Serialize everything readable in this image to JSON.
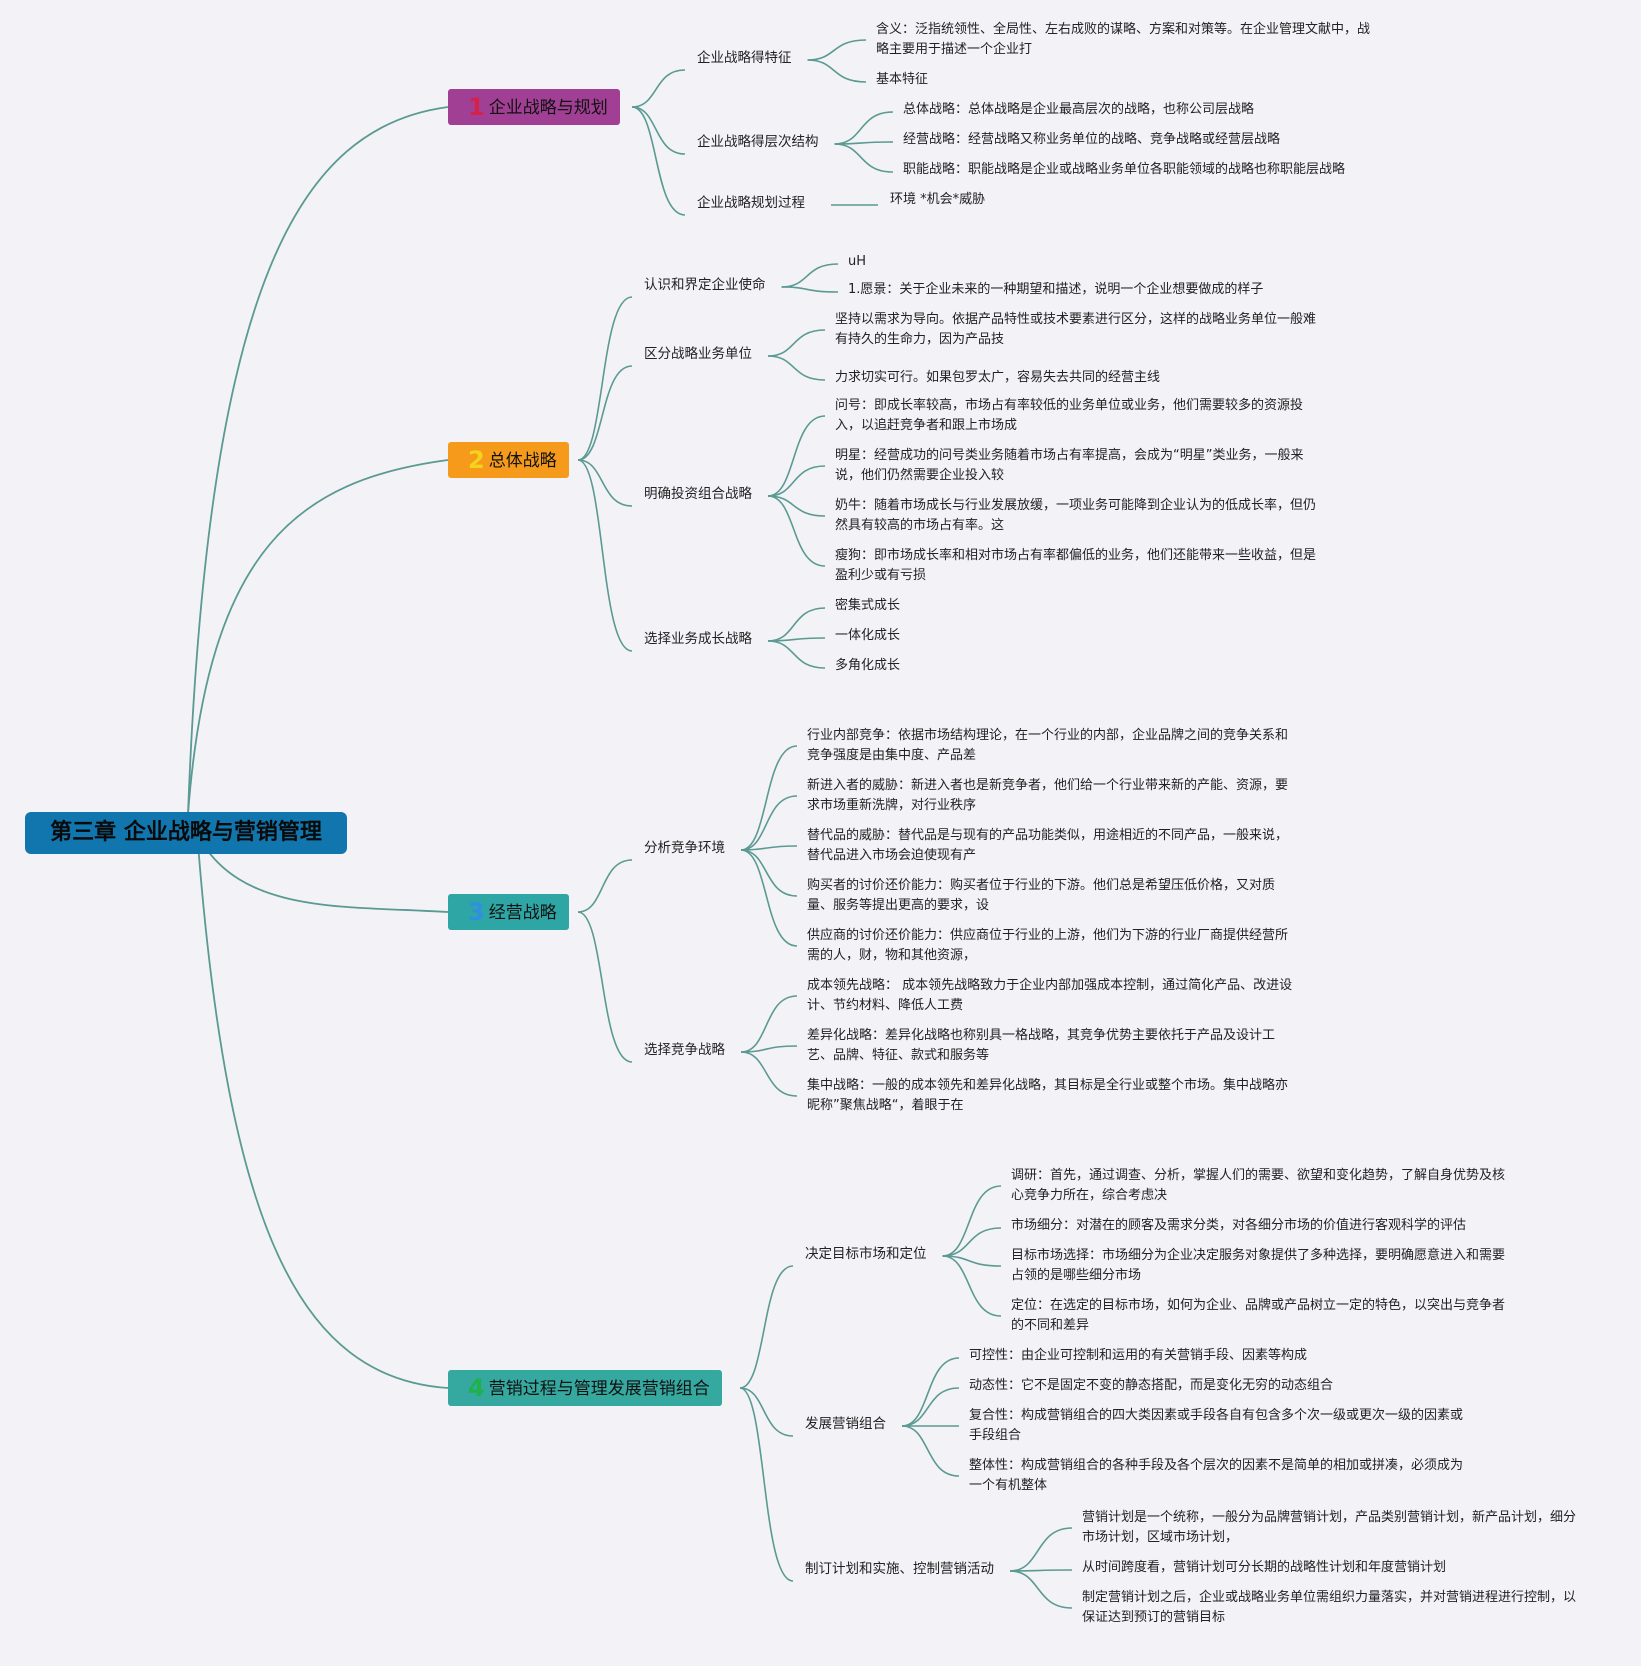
{
  "root": {
    "label": "第三章 企业战略与营销管理"
  },
  "colors": {
    "line": "#5a9a92",
    "root": "#1276ae"
  },
  "branches": [
    {
      "number": "1",
      "label": "企业战略与规划",
      "color": "#a13f94",
      "number_color": "#d4224a",
      "children": [
        {
          "label": "企业战略得特征",
          "leaves": [
            "含义：泛指统领性、全局性、左右成败的谋略、方案和对策等。在企业管理文献中，战略主要用于描述一个企业打",
            "基本特征"
          ]
        },
        {
          "label": "企业战略得层次结构",
          "leaves": [
            "总体战略：总体战略是企业最高层次的战略，也称公司层战略",
            "经营战略：经营战略又称业务单位的战略、竞争战略或经营层战略",
            "职能战略：职能战略是企业或战略业务单位各职能领域的战略也称职能层战略"
          ]
        },
        {
          "label": "企业战略规划过程",
          "leaves": [
            "环境 *机会*威胁"
          ]
        }
      ]
    },
    {
      "number": "2",
      "label": "总体战略",
      "color": "#f59a1b",
      "number_color": "#f5d31b",
      "children": [
        {
          "label": "认识和界定企业使命",
          "leaves": [
            "uH",
            "1.愿景：关于企业未来的一种期望和描述，说明一个企业想要做成的样子"
          ]
        },
        {
          "label": "区分战略业务单位",
          "leaves": [
            "坚持以需求为导向。依据产品特性或技术要素进行区分，这样的战略业务单位一般难有持久的生命力，因为产品技",
            "力求切实可行。如果包罗太广，容易失去共同的经营主线"
          ]
        },
        {
          "label": "明确投资组合战略",
          "leaves": [
            "问号：即成长率较高，市场占有率较低的业务单位或业务，他们需要较多的资源投入，以追赶竞争者和跟上市场成",
            "明星：经营成功的问号类业务随着市场占有率提高，会成为“明星”类业务，一般来说，他们仍然需要企业投入较",
            "奶牛：随着市场成长与行业发展放缓，一项业务可能降到企业认为的低成长率，但仍然具有较高的市场占有率。这",
            "瘦狗：即市场成长率和相对市场占有率都偏低的业务，他们还能带来一些收益，但是盈利少或有亏损"
          ]
        },
        {
          "label": "选择业务成长战略",
          "leaves": [
            "密集式成长",
            "一体化成长",
            "多角化成长"
          ]
        }
      ]
    },
    {
      "number": "3",
      "label": "经营战略",
      "color": "#2ea6a6",
      "number_color": "#2f8fe0",
      "children": [
        {
          "label": "分析竞争环境",
          "leaves": [
            "行业内部竞争：依据市场结构理论，在一个行业的内部，企业品牌之间的竞争关系和竞争强度是由集中度、产品差",
            "新进入者的威胁：新进入者也是新竞争者，他们给一个行业带来新的产能、资源，要求市场重新洗牌，对行业秩序",
            "替代品的威胁：替代品是与现有的产品功能类似，用途相近的不同产品，一般来说，替代品进入市场会迫使现有产",
            "购买者的讨价还价能力：购买者位于行业的下游。他们总是希望压低价格，又对质量、服务等提出更高的要求，设",
            "供应商的讨价还价能力：供应商位于行业的上游，他们为下游的行业厂商提供经营所需的人，财，物和其他资源，"
          ]
        },
        {
          "label": "选择竞争战略",
          "leaves": [
            "成本领先战略： 成本领先战略致力于企业内部加强成本控制，通过简化产品、改进设计、节约材料、降低人工费",
            "差异化战略：差异化战略也称别具一格战略，其竞争优势主要依托于产品及设计工艺、品牌、特征、款式和服务等",
            "集中战略：一般的成本领先和差异化战略，其目标是全行业或整个市场。集中战略亦昵称”聚焦战略“，着眼于在"
          ]
        }
      ]
    },
    {
      "number": "4",
      "label": "营销过程与管理发展营销组合",
      "color": "#35a8a0",
      "number_color": "#1db34a",
      "children": [
        {
          "label": "决定目标市场和定位",
          "leaves": [
            "调研：首先，通过调查、分析，掌握人们的需要、欲望和变化趋势，了解自身优势及核心竞争力所在，综合考虑决",
            "市场细分：对潜在的顾客及需求分类，对各细分市场的价值进行客观科学的评估",
            "目标市场选择：市场细分为企业决定服务对象提供了多种选择，要明确愿意进入和需要占领的是哪些细分市场",
            "定位：在选定的目标市场，如何为企业、品牌或产品树立一定的特色，以突出与竞争者的不同和差异"
          ]
        },
        {
          "label": "发展营销组合",
          "leaves": [
            "可控性：由企业可控制和运用的有关营销手段、因素等构成",
            "动态性：它不是固定不变的静态搭配，而是变化无穷的动态组合",
            "复合性：构成营销组合的四大类因素或手段各自有包含多个次一级或更次一级的因素或手段组合",
            "整体性：构成营销组合的各种手段及各个层次的因素不是简单的相加或拼凑，必须成为一个有机整体"
          ]
        },
        {
          "label": "制订计划和实施、控制营销活动",
          "leaves": [
            "营销计划是一个统称，一般分为品牌营销计划，产品类别营销计划，新产品计划，细分市场计划，区域市场计划，",
            "从时间跨度看，营销计划可分长期的战略性计划和年度营销计划",
            "制定营销计划之后，企业或战略业务单位需组织力量落实，并对营销进程进行控制，以保证达到预订的营销目标"
          ]
        }
      ]
    }
  ]
}
